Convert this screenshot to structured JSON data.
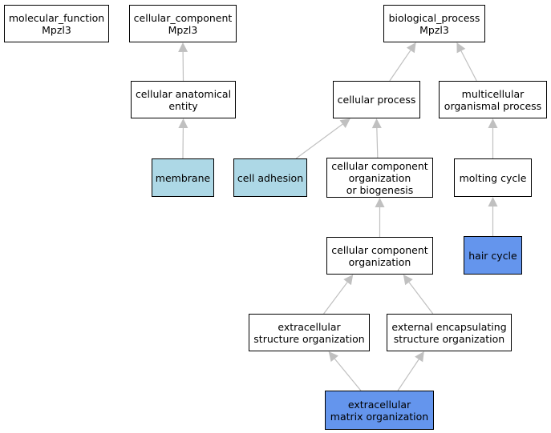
{
  "colors": {
    "default": "#ffffff",
    "light": "#add8e6",
    "strong": "#6495ed",
    "edge": "#c0c0c0"
  },
  "nodes": {
    "molecular_function": {
      "label": "molecular_function\nMpzl3",
      "fill": "default"
    },
    "cellular_component": {
      "label": "cellular_component\nMpzl3",
      "fill": "default"
    },
    "biological_process": {
      "label": "biological_process\nMpzl3",
      "fill": "default"
    },
    "cellular_anatomical_entity": {
      "label": "cellular anatomical\nentity",
      "fill": "default"
    },
    "cellular_process": {
      "label": "cellular process",
      "fill": "default"
    },
    "multicellular_organismal_process": {
      "label": "multicellular\norganismal process",
      "fill": "default"
    },
    "membrane": {
      "label": "membrane",
      "fill": "light"
    },
    "cell_adhesion": {
      "label": "cell adhesion",
      "fill": "light"
    },
    "ccob": {
      "label": "cellular component\norganization\nor biogenesis",
      "fill": "default"
    },
    "molting_cycle": {
      "label": "molting cycle",
      "fill": "default"
    },
    "cco": {
      "label": "cellular component\norganization",
      "fill": "default"
    },
    "hair_cycle": {
      "label": "hair cycle",
      "fill": "strong"
    },
    "extracellular_structure_org": {
      "label": "extracellular\nstructure organization",
      "fill": "default"
    },
    "external_encapsulating_org": {
      "label": "external encapsulating\nstructure organization",
      "fill": "default"
    },
    "extracellular_matrix_org": {
      "label": "extracellular\nmatrix organization",
      "fill": "strong"
    }
  },
  "edges": [
    {
      "from": "cellular_anatomical_entity",
      "to": "cellular_component"
    },
    {
      "from": "membrane",
      "to": "cellular_anatomical_entity"
    },
    {
      "from": "cellular_process",
      "to": "biological_process"
    },
    {
      "from": "multicellular_organismal_process",
      "to": "biological_process"
    },
    {
      "from": "cell_adhesion",
      "to": "cellular_process"
    },
    {
      "from": "ccob",
      "to": "cellular_process"
    },
    {
      "from": "molting_cycle",
      "to": "multicellular_organismal_process"
    },
    {
      "from": "cco",
      "to": "ccob"
    },
    {
      "from": "hair_cycle",
      "to": "molting_cycle"
    },
    {
      "from": "extracellular_structure_org",
      "to": "cco"
    },
    {
      "from": "external_encapsulating_org",
      "to": "cco"
    },
    {
      "from": "extracellular_matrix_org",
      "to": "extracellular_structure_org"
    },
    {
      "from": "extracellular_matrix_org",
      "to": "external_encapsulating_org"
    }
  ]
}
